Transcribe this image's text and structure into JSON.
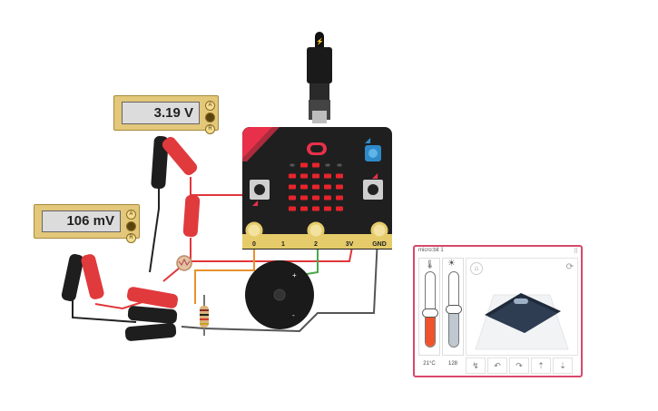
{
  "meter_voltage": {
    "reading": "3.19 V",
    "knobs": [
      "A",
      "V",
      "R"
    ],
    "active": "V"
  },
  "meter_millivolt": {
    "reading": "106 mV",
    "knobs": [
      "A",
      "V",
      "R"
    ],
    "active": "V"
  },
  "board": {
    "pins": [
      "0",
      "1",
      "2",
      "3V",
      "GND"
    ],
    "led_matrix": [
      [
        0,
        1,
        1,
        0,
        0
      ],
      [
        1,
        1,
        1,
        1,
        1
      ],
      [
        1,
        1,
        1,
        1,
        1
      ],
      [
        1,
        1,
        1,
        1,
        1
      ],
      [
        1,
        1,
        1,
        1,
        1
      ]
    ],
    "led_color": "#e8242b",
    "board_color": "#1f1f1f",
    "accent_color": "#e8304a",
    "pin_color": "#e5cb6a"
  },
  "buzzer": {
    "plus_label": "+",
    "minus_label": "-"
  },
  "wires": {
    "red": "#e0373a",
    "black": "#222222",
    "orange": "#e8922b",
    "green": "#4aa84a",
    "gray": "#555555"
  },
  "simulator": {
    "title": "micro:bit 1",
    "temperature_icon": "thermometer-icon",
    "light_icon": "sun-icon",
    "temperature_label": "21°C",
    "light_label": "128",
    "temperature_level": 0.45,
    "light_level": 0.5,
    "temperature_color": "#f0522d",
    "home_icon": "home-icon",
    "rotate_icon": "rotate-icon",
    "gestures": [
      "shake-icon",
      "tilt-left-icon",
      "tilt-right-icon",
      "logo-up-icon",
      "logo-down-icon",
      "face-up-icon"
    ]
  }
}
